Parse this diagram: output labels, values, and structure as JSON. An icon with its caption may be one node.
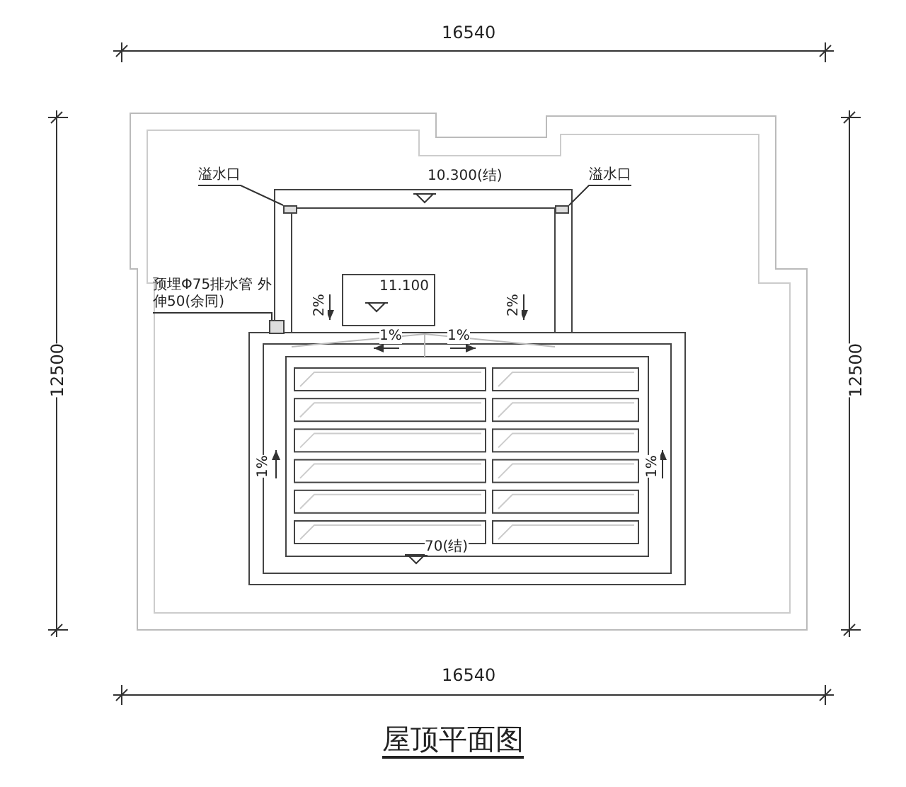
{
  "diagram": {
    "title": "屋顶平面图",
    "nodes": [
      {
        "text": [
          "溢水口"
        ]
      },
      {
        "text": [],
        "shape": "box"
      },
      {
        "text": [
          "溢水口"
        ]
      },
      {
        "text": [],
        "shape": "box"
      },
      {
        "text": [
          "预埋Φ75排水管 外伸50(余同)"
        ]
      },
      {
        "text": [],
        "shape": "box"
      }
    ],
    "edges": [
      {
        "from": 0,
        "to": 1,
        "arrow": "none"
      },
      {
        "from": 2,
        "to": 3,
        "arrow": "none"
      },
      {
        "from": 4,
        "to": 5,
        "arrow": "none"
      }
    ],
    "labels": [
      "16540",
      "12500",
      "12500",
      "10.300(结)",
      "11.100",
      "2%",
      "2%",
      "1%",
      "1%",
      "1%",
      "1%",
      "70(结)",
      "16540"
    ]
  }
}
